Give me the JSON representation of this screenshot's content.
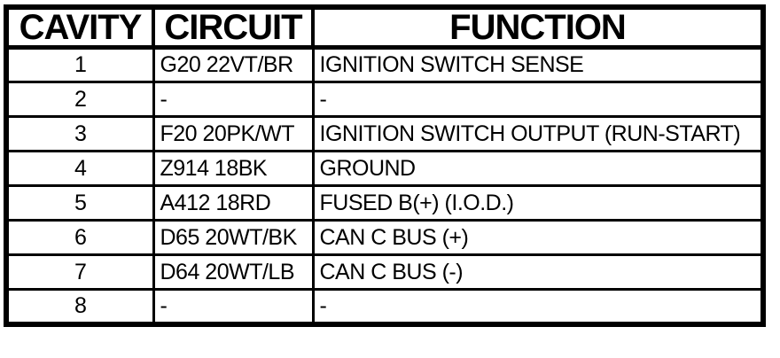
{
  "document": {
    "type_label": "connector-pinout-table",
    "colors": {
      "border": "#000000",
      "background": "#ffffff",
      "text": "#000000"
    },
    "table": {
      "headers": {
        "cavity": "CAVITY",
        "circuit": "CIRCUIT",
        "function": "FUNCTION"
      },
      "rows": [
        {
          "cavity": "1",
          "circuit": "G20 22VT/BR",
          "function": "IGNITION SWITCH SENSE"
        },
        {
          "cavity": "2",
          "circuit": "-",
          "function": "-"
        },
        {
          "cavity": "3",
          "circuit": "F20 20PK/WT",
          "function": "IGNITION SWITCH OUTPUT (RUN-START)"
        },
        {
          "cavity": "4",
          "circuit": "Z914 18BK",
          "function": "GROUND"
        },
        {
          "cavity": "5",
          "circuit": "A412 18RD",
          "function": "FUSED B(+) (I.O.D.)"
        },
        {
          "cavity": "6",
          "circuit": "D65 20WT/BK",
          "function": "CAN C BUS (+)"
        },
        {
          "cavity": "7",
          "circuit": "D64 20WT/LB",
          "function": "CAN C BUS (-)"
        },
        {
          "cavity": "8",
          "circuit": "-",
          "function": "-"
        }
      ]
    }
  }
}
